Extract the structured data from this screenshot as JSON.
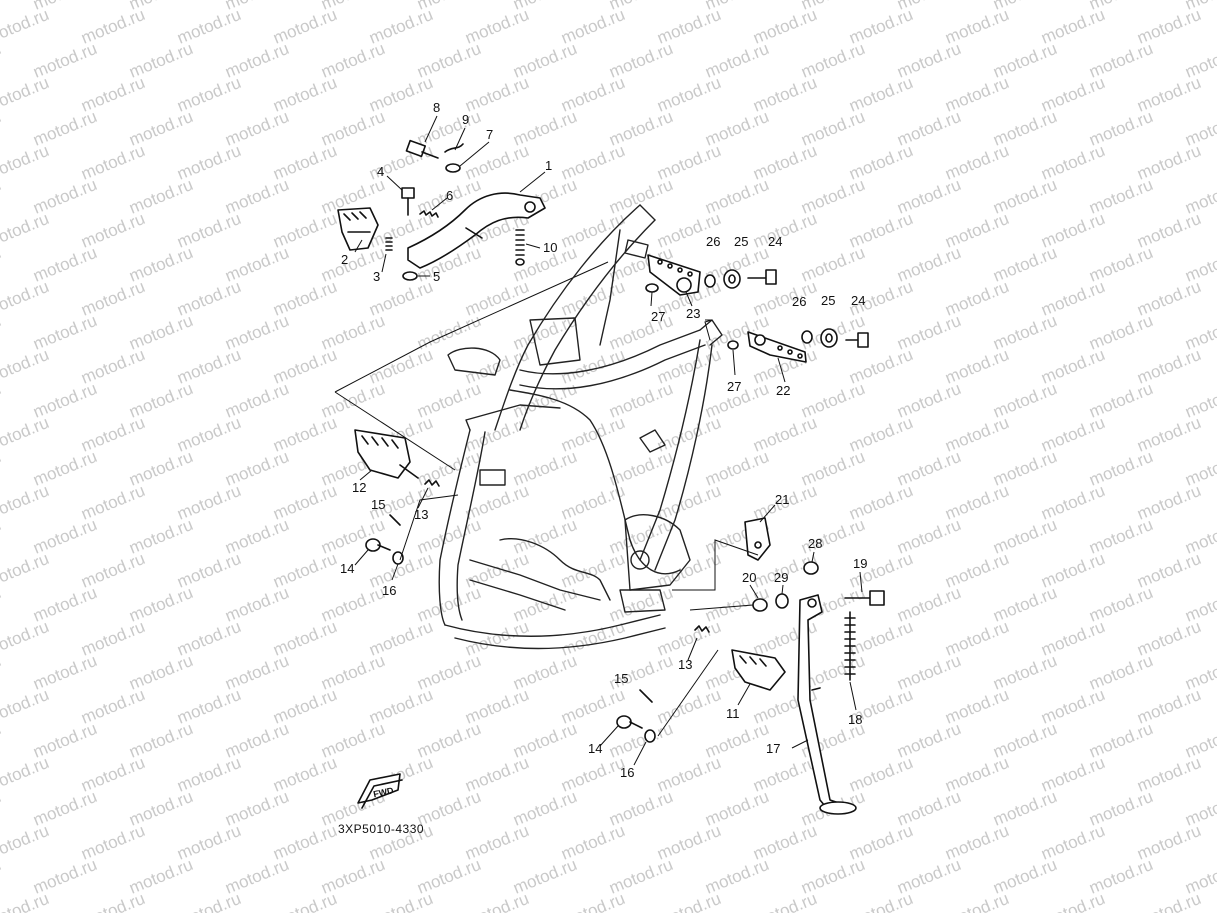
{
  "watermark": {
    "text": "motod.ru"
  },
  "diagram": {
    "code": "3XP5010-4330",
    "fwd_label": "FWD"
  },
  "callouts": [
    {
      "id": "c8",
      "label": "8"
    },
    {
      "id": "c9",
      "label": "9"
    },
    {
      "id": "c7",
      "label": "7"
    },
    {
      "id": "c1",
      "label": "1"
    },
    {
      "id": "c4",
      "label": "4"
    },
    {
      "id": "c6",
      "label": "6"
    },
    {
      "id": "c2",
      "label": "2"
    },
    {
      "id": "c3",
      "label": "3"
    },
    {
      "id": "c5",
      "label": "5"
    },
    {
      "id": "c10",
      "label": "10"
    },
    {
      "id": "c26a",
      "label": "26"
    },
    {
      "id": "c25a",
      "label": "25"
    },
    {
      "id": "c24a",
      "label": "24"
    },
    {
      "id": "c27a",
      "label": "27"
    },
    {
      "id": "c23",
      "label": "23"
    },
    {
      "id": "c26b",
      "label": "26"
    },
    {
      "id": "c25b",
      "label": "25"
    },
    {
      "id": "c24b",
      "label": "24"
    },
    {
      "id": "c27b",
      "label": "27"
    },
    {
      "id": "c22",
      "label": "22"
    },
    {
      "id": "c12",
      "label": "12"
    },
    {
      "id": "c15a",
      "label": "15"
    },
    {
      "id": "c13a",
      "label": "13"
    },
    {
      "id": "c14a",
      "label": "14"
    },
    {
      "id": "c16a",
      "label": "16"
    },
    {
      "id": "c21",
      "label": "21"
    },
    {
      "id": "c28",
      "label": "28"
    },
    {
      "id": "c20",
      "label": "20"
    },
    {
      "id": "c29",
      "label": "29"
    },
    {
      "id": "c19",
      "label": "19"
    },
    {
      "id": "c13b",
      "label": "13"
    },
    {
      "id": "c15b",
      "label": "15"
    },
    {
      "id": "c11",
      "label": "11"
    },
    {
      "id": "c18",
      "label": "18"
    },
    {
      "id": "c14b",
      "label": "14"
    },
    {
      "id": "c16b",
      "label": "16"
    },
    {
      "id": "c17",
      "label": "17"
    }
  ]
}
